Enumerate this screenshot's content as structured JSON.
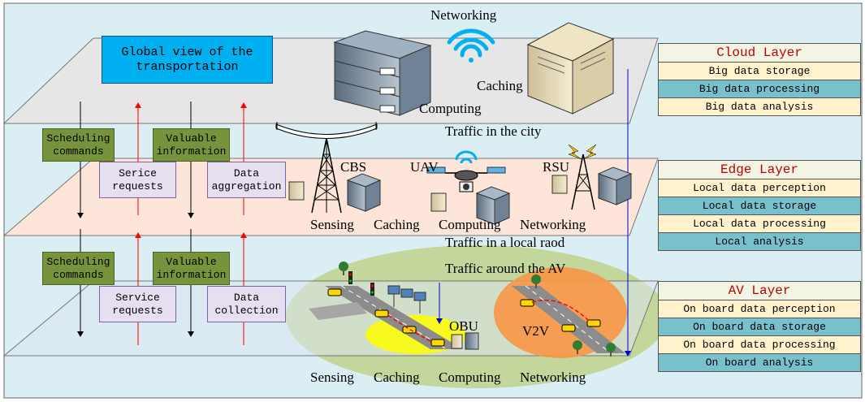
{
  "labels": {
    "networking_top": "Networking",
    "caching_cloud": "Caching",
    "computing_cloud": "Computing",
    "traffic_city": "Traffic in the city",
    "traffic_local": "Traffic in a local raod",
    "traffic_av": "Traffic around the AV",
    "cbs": "CBS",
    "uav": "UAV",
    "rsu": "RSU",
    "obu": "OBU",
    "v2v": "V2V",
    "edge_bottom": [
      "Sensing",
      "Caching",
      "Computing",
      "Networking"
    ],
    "av_bottom": [
      "Sensing",
      "Caching",
      "Computing",
      "Networking"
    ]
  },
  "global_view": "Global view of the transportation",
  "flow_boxes": {
    "scheduling_1": "Scheduling commands",
    "valuable_1": "Valuable information",
    "serice_requests": "Serice requests",
    "data_aggregation": "Data aggregation",
    "scheduling_2": "Scheduling commands",
    "valuable_2": "Valuable information",
    "service_requests": "Service requests",
    "data_collection": "Data collection"
  },
  "panels": {
    "cloud": {
      "title": "Cloud Layer",
      "rows": [
        "Big data storage",
        "Big data processing",
        "Big data analysis"
      ]
    },
    "edge": {
      "title": "Edge Layer",
      "rows": [
        "Local data perception",
        "Local data storage",
        "Local data processing",
        "Local analysis"
      ]
    },
    "av": {
      "title": "AV Layer",
      "rows": [
        "On board data perception",
        "On board data storage",
        "On board data processing",
        "On board analysis"
      ]
    }
  },
  "colors": {
    "background": "#daeef3",
    "cloud_plane": "#e6e6e6",
    "edge_plane": "#fde5d9",
    "av_plane": "#dbe5f1",
    "av_ellipse": "#c3d69b",
    "green_box": "#77933c",
    "lavender_box": "#e6dff0",
    "panel_title_text": "#c00000",
    "panel_row_yellow": "#fff2cc",
    "panel_row_teal": "#78c0cc",
    "wifi": "#00b0f0",
    "up_arrow": "#ff0000",
    "blue_arrow": "#0000cc"
  }
}
